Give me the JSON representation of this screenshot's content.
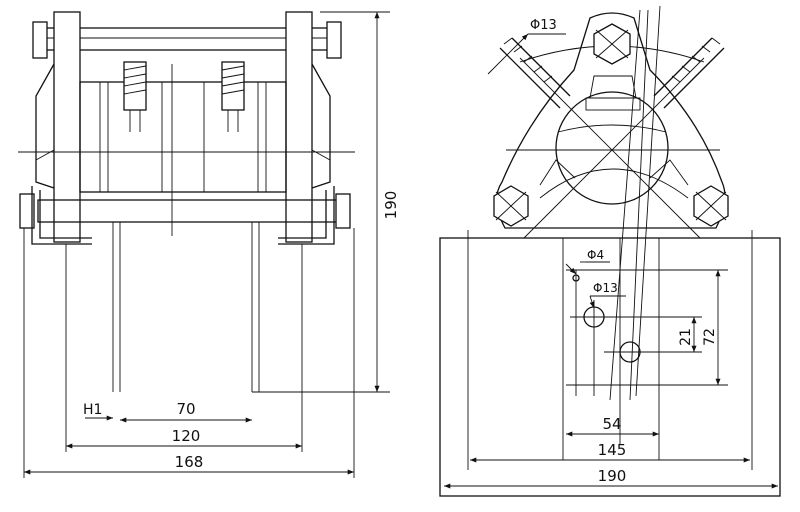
{
  "dimensions": {
    "height_190": "190",
    "h1": "H1",
    "d70": "70",
    "d120": "120",
    "d168": "168",
    "phi13_top": "Φ13",
    "phi4": "Φ4",
    "phi13_hole": "Φ13",
    "d21": "21",
    "d72": "72",
    "d54": "54",
    "d145": "145",
    "d190_bottom": "190"
  },
  "colors": {
    "line": "#111111",
    "background": "#ffffff"
  }
}
